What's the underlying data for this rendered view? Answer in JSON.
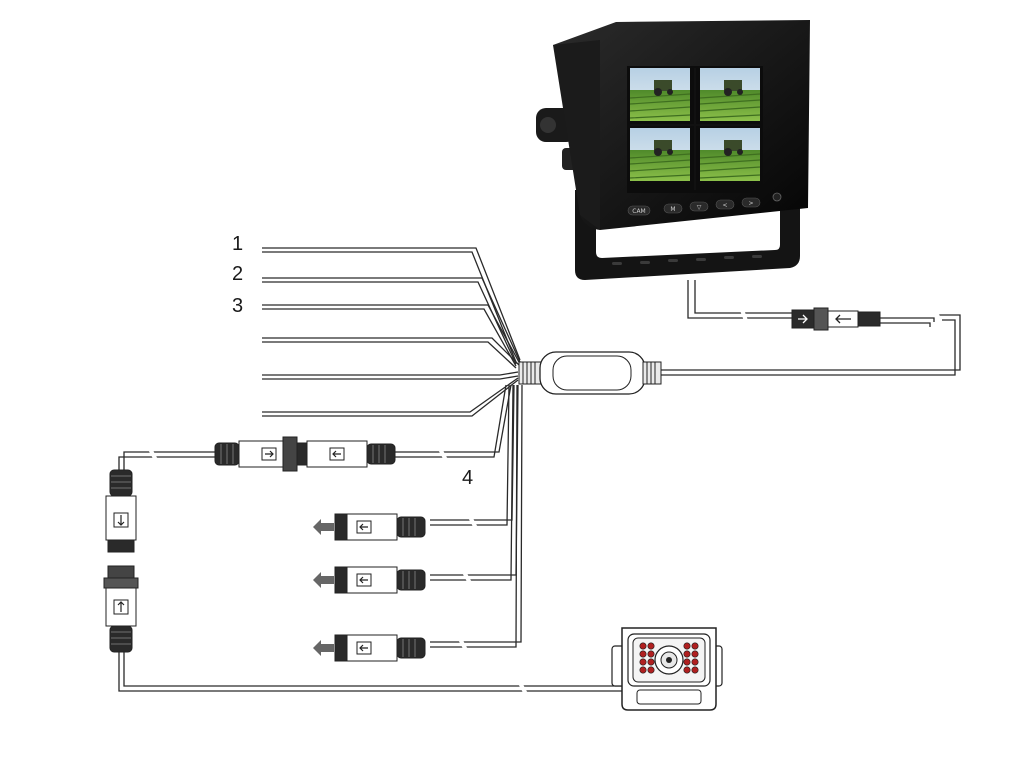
{
  "labels": {
    "wire_1": "1",
    "wire_2": "2",
    "wire_3": "3",
    "camera_group": "4"
  },
  "monitor": {
    "button_labels": [
      "CAM",
      "M",
      "▽",
      "<",
      ">"
    ]
  },
  "colors": {
    "cable": "#2a2a2a",
    "cable_fill": "#ffffff",
    "device_body": "#111111",
    "screen_field": "#6ea03a",
    "screen_sky": "#c9dbe8",
    "led": "#b02020"
  },
  "icons": {
    "connector_arrow": "arrow-icon",
    "direction_marker": "direction-arrow-icon"
  }
}
